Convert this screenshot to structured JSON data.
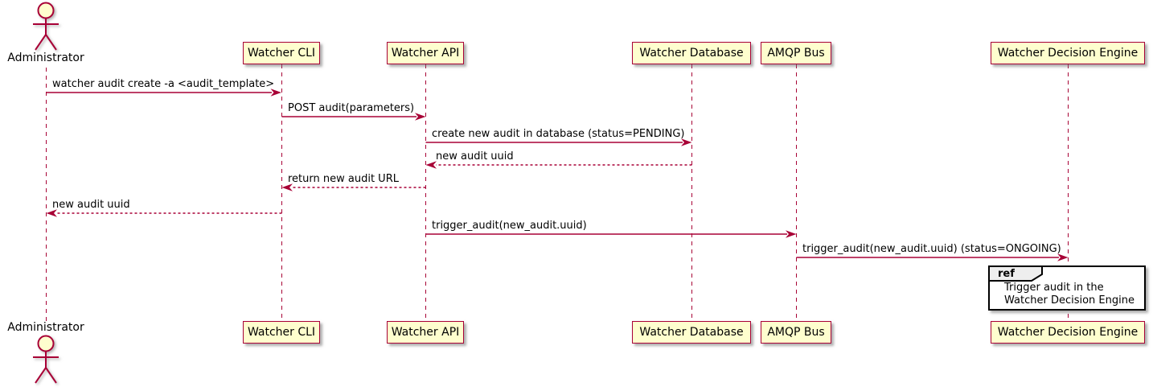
{
  "diagram_type": "plantuml-sequence",
  "colors": {
    "accent": "#A80036",
    "participant_fill": "#FEFECE",
    "ref_tab_fill": "#EEEEEE",
    "ref_border": "#000000",
    "text": "#000000",
    "background": "#FFFFFF"
  },
  "participants": [
    {
      "id": "administrator",
      "name": "Administrator",
      "kind": "actor"
    },
    {
      "id": "watcher-cli",
      "name": "Watcher CLI",
      "kind": "participant"
    },
    {
      "id": "watcher-api",
      "name": "Watcher API",
      "kind": "participant"
    },
    {
      "id": "watcher-database",
      "name": "Watcher Database",
      "kind": "participant"
    },
    {
      "id": "amqp-bus",
      "name": "AMQP Bus",
      "kind": "participant"
    },
    {
      "id": "watcher-decision-engine",
      "name": "Watcher Decision Engine",
      "kind": "participant"
    }
  ],
  "messages": [
    {
      "from": "Administrator",
      "to": "Watcher CLI",
      "line": "solid",
      "text": "watcher audit create -a <audit_template>"
    },
    {
      "from": "Watcher CLI",
      "to": "Watcher API",
      "line": "solid",
      "text": "POST audit(parameters)"
    },
    {
      "from": "Watcher API",
      "to": "Watcher Database",
      "line": "solid",
      "text": "create new audit in database (status=PENDING)"
    },
    {
      "from": "Watcher Database",
      "to": "Watcher API",
      "line": "dashed",
      "text": "new audit uuid"
    },
    {
      "from": "Watcher API",
      "to": "Watcher CLI",
      "line": "dashed",
      "text": "return new audit URL"
    },
    {
      "from": "Watcher CLI",
      "to": "Administrator",
      "line": "dashed",
      "text": "new audit uuid"
    },
    {
      "from": "Watcher API",
      "to": "AMQP Bus",
      "line": "solid",
      "text": "trigger_audit(new_audit.uuid)"
    },
    {
      "from": "AMQP Bus",
      "to": "Watcher Decision Engine",
      "line": "solid",
      "text": "trigger_audit(new_audit.uuid) (status=ONGOING)"
    }
  ],
  "ref": {
    "tag": "ref",
    "lines": [
      "Trigger audit in the",
      "Watcher Decision Engine"
    ]
  }
}
